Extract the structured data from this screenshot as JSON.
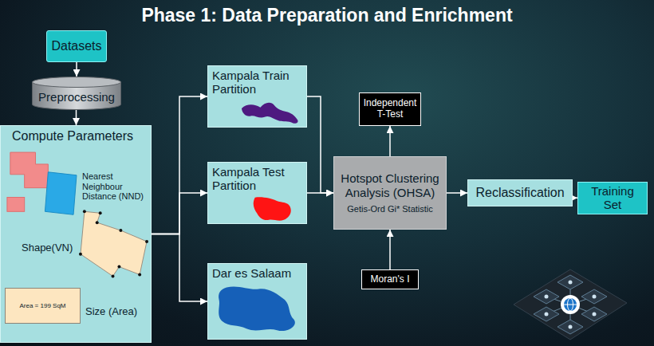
{
  "diagram": {
    "title": "Phase 1: Data Preparation and Enrichment",
    "nodes": [
      {
        "text": [
          "Datasets"
        ]
      },
      {
        "text": [
          "Preprocessing"
        ]
      },
      {
        "text": [
          "Compute Parameters",
          "Nearest Neighbour Distance (NND)",
          "Shape(VN)",
          "Size (Area)"
        ]
      },
      {
        "text": [
          "Area = 199 SqM"
        ],
        "in": 2
      },
      {
        "text": [
          "Kampala Train Partition"
        ]
      },
      {
        "text": [
          "Kampala Test Partition"
        ]
      },
      {
        "text": [
          "Dar es Salaam"
        ]
      },
      {
        "text": [
          "Independent T-Test"
        ]
      },
      {
        "text": [
          "Hotspot Clustering Analysis (OHSA)",
          "Getis-Ord Gi* Statistic"
        ]
      },
      {
        "text": [
          "Moran's I"
        ]
      },
      {
        "text": [
          "Reclassification"
        ]
      },
      {
        "text": [
          "Training Set"
        ]
      }
    ],
    "edges": [
      {
        "from": 0,
        "to": 1,
        "arrow": "to"
      },
      {
        "from": 1,
        "to": 2,
        "arrow": "to"
      },
      {
        "from": 2,
        "to": 4,
        "arrow": "to"
      },
      {
        "from": 2,
        "to": 5,
        "arrow": "to"
      },
      {
        "from": 2,
        "to": 6,
        "arrow": "to"
      },
      {
        "from": 4,
        "to": 8,
        "arrow": "to"
      },
      {
        "from": 5,
        "to": 8,
        "arrow": "to"
      },
      {
        "from": 8,
        "to": 7,
        "arrow": "to"
      },
      {
        "from": 9,
        "to": 8,
        "arrow": "to"
      },
      {
        "from": 8,
        "to": 10,
        "arrow": "to"
      },
      {
        "from": 10,
        "to": 11,
        "arrow": "to"
      }
    ]
  }
}
